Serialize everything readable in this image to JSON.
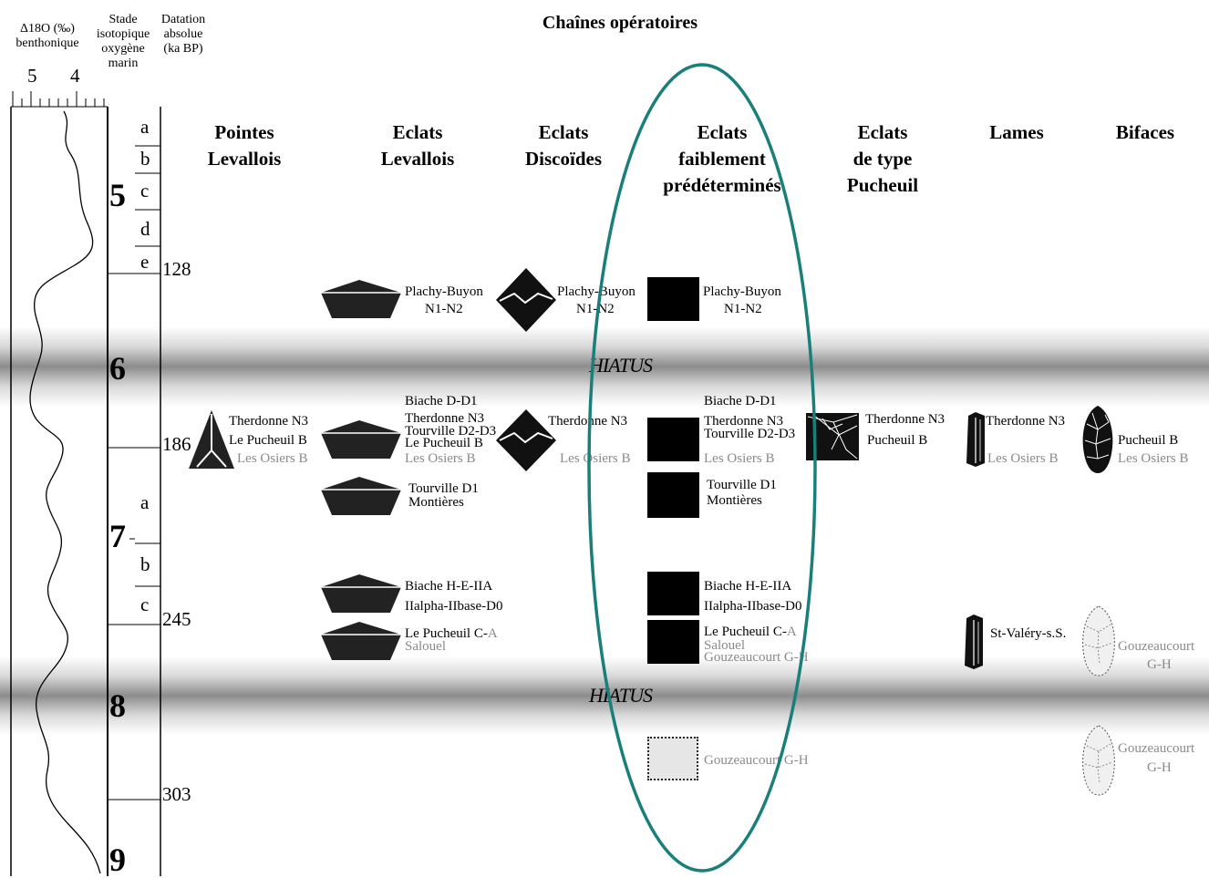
{
  "title": "Chaînes opératoires",
  "left_headers": {
    "delta": "Δ18O (‰)",
    "delta_sub": "benthonique",
    "stade": [
      "Stade",
      "isotopique",
      "oxygène",
      "marin"
    ],
    "datation": [
      "Datation",
      "absolue",
      "(ka BP)"
    ]
  },
  "scale_labels": [
    "5",
    "4"
  ],
  "columns": {
    "pointes": [
      "Pointes",
      "Levallois"
    ],
    "eclats_lev": [
      "Eclats",
      "Levallois"
    ],
    "eclats_disc": [
      "Eclats",
      "Discoïdes"
    ],
    "eclats_faib": [
      "Eclats",
      "faiblement",
      "prédéterminés"
    ],
    "eclats_puch": [
      "Eclats",
      "de type",
      "Pucheuil"
    ],
    "lames": [
      "Lames"
    ],
    "bifaces": [
      "Bifaces"
    ]
  },
  "stages": [
    "5",
    "6",
    "7",
    "8",
    "9"
  ],
  "substages": [
    "a",
    "b",
    "c",
    "d",
    "e",
    "a",
    "b",
    "c"
  ],
  "ages": [
    "128",
    "186",
    "245",
    "303"
  ],
  "hiatus": "HIATUS",
  "sites": {
    "plachy": "Plachy-Buyon",
    "n1n2": "N1-N2",
    "biache_d": "Biache D-D1",
    "therdonne": "Therdonne N3",
    "tourville_d2d3": "Tourville D2-D3",
    "le_pucheuil_b": "Le Pucheuil B",
    "les_osiers_b": "Les Osiers B",
    "tourville_d1": "Tourville D1",
    "montieres": "Montières",
    "biache_h": "Biache H-E-IIA",
    "ialpha": "IIalpha-IIbase-D0",
    "le_pucheuil_c": "Le Pucheuil C-",
    "le_pucheuil_c_a": "A",
    "salouel": "Salouel",
    "gouz_gh": "Gouzeaucourt G-H",
    "pucheuil_b": "Pucheuil B",
    "st_valery": "St-Valéry-s.S.",
    "gouzeaucourt": "Gouzeaucourt",
    "gh": "G-H"
  },
  "colors": {
    "oval": "#1a7f7a",
    "grey_text": "#8a8a8a",
    "band": "#8c8c8c"
  }
}
